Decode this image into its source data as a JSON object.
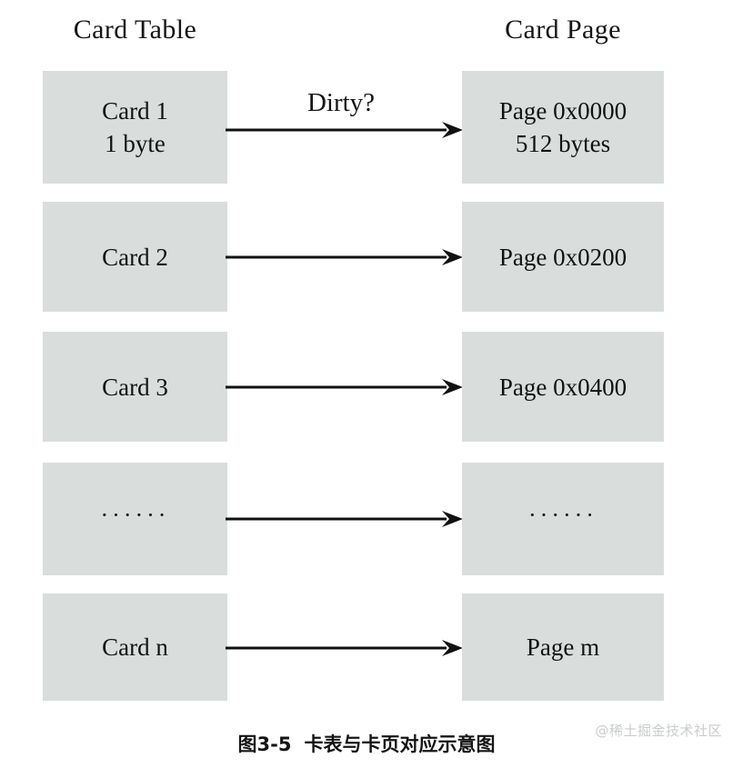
{
  "figure": {
    "caption_number": "图3-5",
    "caption_text": "卡表与卡页对应示意图",
    "watermark": "@稀土掘金技术社区",
    "box_color": "#d9dedd",
    "arrow_color": "#111111",
    "background": "#ffffff"
  },
  "columns": {
    "left_header": "Card Table",
    "right_header": "Card Page"
  },
  "edge_label": "Dirty?",
  "rows": [
    {
      "left": {
        "line1": "Card 1",
        "line2": "1 byte"
      },
      "right": {
        "line1": "Page 0x0000",
        "line2": "512 bytes"
      },
      "arrow": "maps-to-arrow"
    },
    {
      "left": {
        "line1": "Card 2",
        "line2": ""
      },
      "right": {
        "line1": "Page 0x0200",
        "line2": ""
      },
      "arrow": "maps-to-arrow"
    },
    {
      "left": {
        "line1": "Card 3",
        "line2": ""
      },
      "right": {
        "line1": "Page 0x0400",
        "line2": ""
      },
      "arrow": "maps-to-arrow"
    },
    {
      "left": {
        "line1": "······",
        "line2": ""
      },
      "right": {
        "line1": "······",
        "line2": ""
      },
      "arrow": "maps-to-arrow"
    },
    {
      "left": {
        "line1": "Card n",
        "line2": ""
      },
      "right": {
        "line1": "Page m",
        "line2": ""
      },
      "arrow": "maps-to-arrow"
    }
  ]
}
